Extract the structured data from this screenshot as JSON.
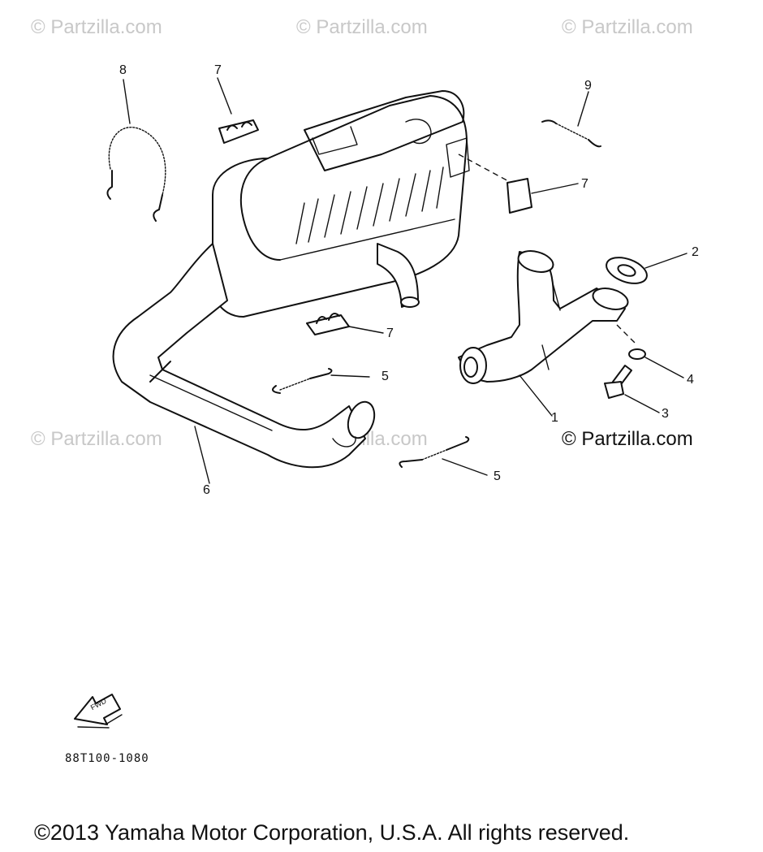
{
  "watermarks": {
    "top_left": "© Partzilla.com",
    "top_center": "© Partzilla.com",
    "top_right": "© Partzilla.com",
    "mid_left": "© Partzilla.com",
    "mid_center": "© Partzilla.com",
    "mid_right": "© Partzilla.com"
  },
  "callouts": {
    "part_1": "1",
    "part_2": "2",
    "part_3": "3",
    "part_4": "4",
    "part_5_upper": "5",
    "part_5_lower": "5",
    "part_6": "6",
    "part_7_top": "7",
    "part_7_right": "7",
    "part_7_center": "7",
    "part_8": "8",
    "part_9": "9"
  },
  "fwd_label": "FWD",
  "diagram_code": "88T100-1080",
  "copyright": "©2013  Yamaha Motor Corporation, U.S.A. All rights reserved.",
  "colors": {
    "line": "#111111",
    "watermark": "#c8c8c8",
    "background": "#ffffff"
  }
}
